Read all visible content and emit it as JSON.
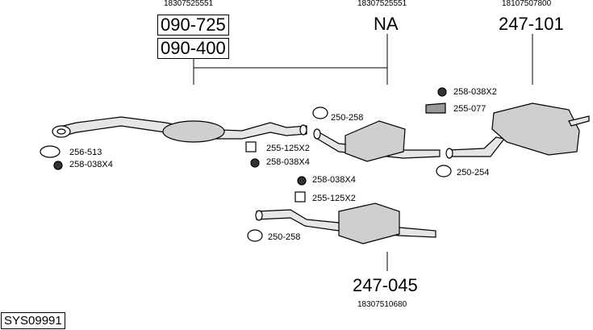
{
  "oe_numbers": {
    "front": "18307525551",
    "middle": "18307525551",
    "rear": "18107507800",
    "bottom": "18307510680"
  },
  "part_numbers": {
    "front_a": "090-725",
    "front_b": "090-400",
    "middle": "NA",
    "rear": "247-101",
    "bottom": "247-045"
  },
  "labels": {
    "p256_513": "256-513",
    "p258_038x4_a": "258-038X4",
    "p255_125x2_a": "255-125X2",
    "p258_038x4_b": "258-038X4",
    "p250_258_a": "250-258",
    "p258_038x2": "258-038X2",
    "p255_077": "255-077",
    "p250_254": "250-254",
    "p258_038x4_c": "258-038X4",
    "p255_125x2_b": "255-125X2",
    "p250_258_b": "250-258"
  },
  "system_code": "SYS09991"
}
